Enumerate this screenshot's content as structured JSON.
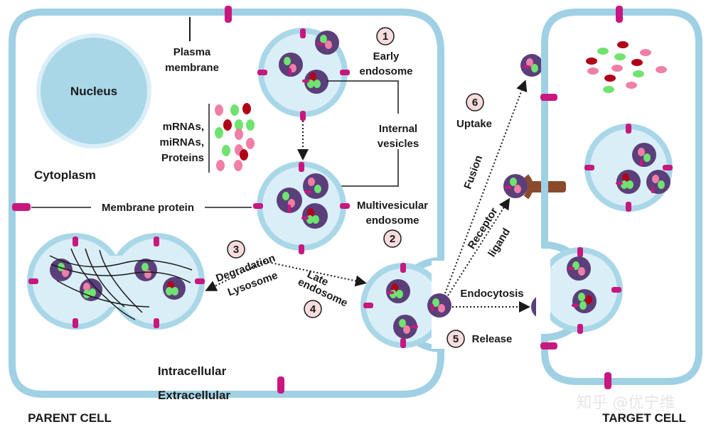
{
  "labels": {
    "plasma_membrane_1": "Plasma",
    "plasma_membrane_2": "membrane",
    "nucleus": "Nucleus",
    "cytoplasm": "Cytoplasm",
    "cargo_1": "mRNAs,",
    "cargo_2": "miRNAs,",
    "cargo_3": "Proteins",
    "early_endosome_1": "Early",
    "early_endosome_2": "endosome",
    "internal_vesicles_1": "Internal",
    "internal_vesicles_2": "vesicles",
    "membrane_protein": "Membrane protein",
    "mve_1": "Multivesicular",
    "mve_2": "endosome",
    "degradation": "Degradation",
    "lysosome": "Lysosome",
    "late_endosome_1": "Late",
    "late_endosome_2": "endosome",
    "uptake": "Uptake",
    "fusion": "Fusion",
    "receptor": "Receptor",
    "ligand": "ligand",
    "endocytosis": "Endocytosis",
    "release": "Release",
    "intracellular": "Intracellular",
    "extracellular": "Extracellular",
    "parent_cell": "PARENT CELL",
    "target_cell": "TARGET CELL",
    "watermark": "知乎 @优宁维"
  },
  "steps": [
    "1",
    "2",
    "3",
    "4",
    "5",
    "6"
  ],
  "colors": {
    "membrane": "#9fd0e4",
    "membrane_protein": "#c8177f",
    "cytoplasm_fill": "#daeef7",
    "vesicle": "#5b3f7a",
    "cargo_green": "#6fe36f",
    "cargo_pink": "#f07fa8",
    "cargo_red": "#b00018",
    "receptor": "#8b4a2b",
    "step_circle": "#f6dcdc"
  }
}
